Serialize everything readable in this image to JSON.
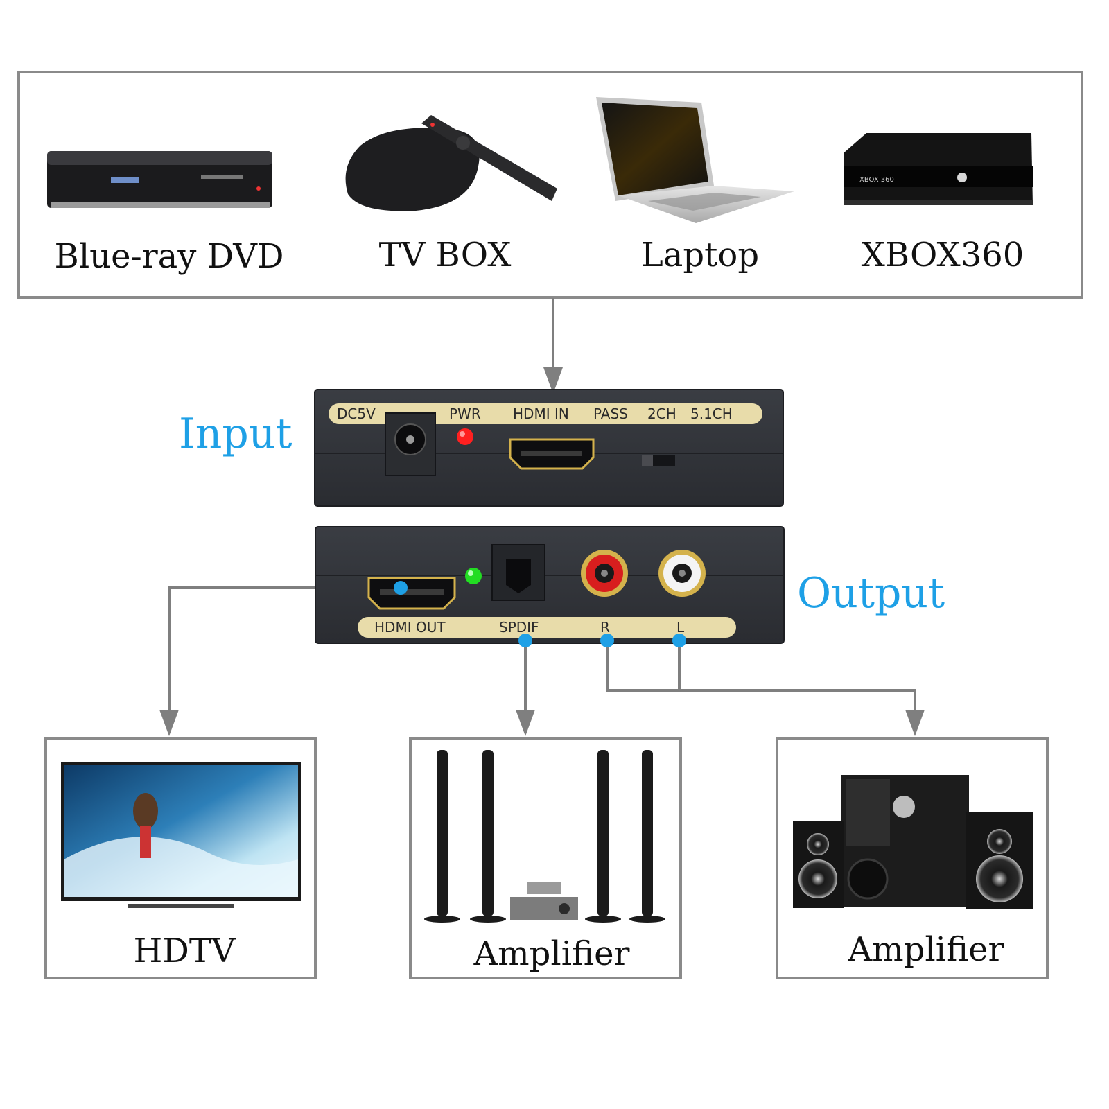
{
  "colors": {
    "frame": "#8a8a8a",
    "connector": "#7f7f7f",
    "accent": "#1ea0e6",
    "device_body": "#2e3035",
    "label_strip": "#e8dcaa",
    "led_power": "#ff2020",
    "led_status": "#22dd22",
    "rca_red": "#d81e1e",
    "rca_white": "#f4f4f4",
    "gold": "#d4b24c"
  },
  "sources": {
    "items": [
      {
        "label": "Blue-ray DVD",
        "icon": "bluray-player-icon"
      },
      {
        "label": "TV BOX",
        "icon": "tv-box-icon"
      },
      {
        "label": "Laptop",
        "icon": "laptop-icon"
      },
      {
        "label": "XBOX360",
        "icon": "xbox-console-icon"
      }
    ],
    "xbox_logo_text": "XBOX 360"
  },
  "converter": {
    "input_label": "Input",
    "output_label": "Output",
    "input_panel": {
      "dc": "DC5V",
      "pwr": "PWR",
      "hdmi_in": "HDMI IN",
      "pass": "PASS",
      "ch2": "2CH",
      "ch51": "5.1CH"
    },
    "output_panel": {
      "hdmi_out": "HDMI OUT",
      "spdif": "SPDIF",
      "r": "R",
      "l": "L"
    }
  },
  "destinations": {
    "items": [
      {
        "label": "HDTV",
        "icon": "hdtv-icon"
      },
      {
        "label": "Amplifier",
        "icon": "tower-speakers-icon"
      },
      {
        "label": "Amplifier",
        "icon": "speaker-system-icon"
      }
    ]
  }
}
